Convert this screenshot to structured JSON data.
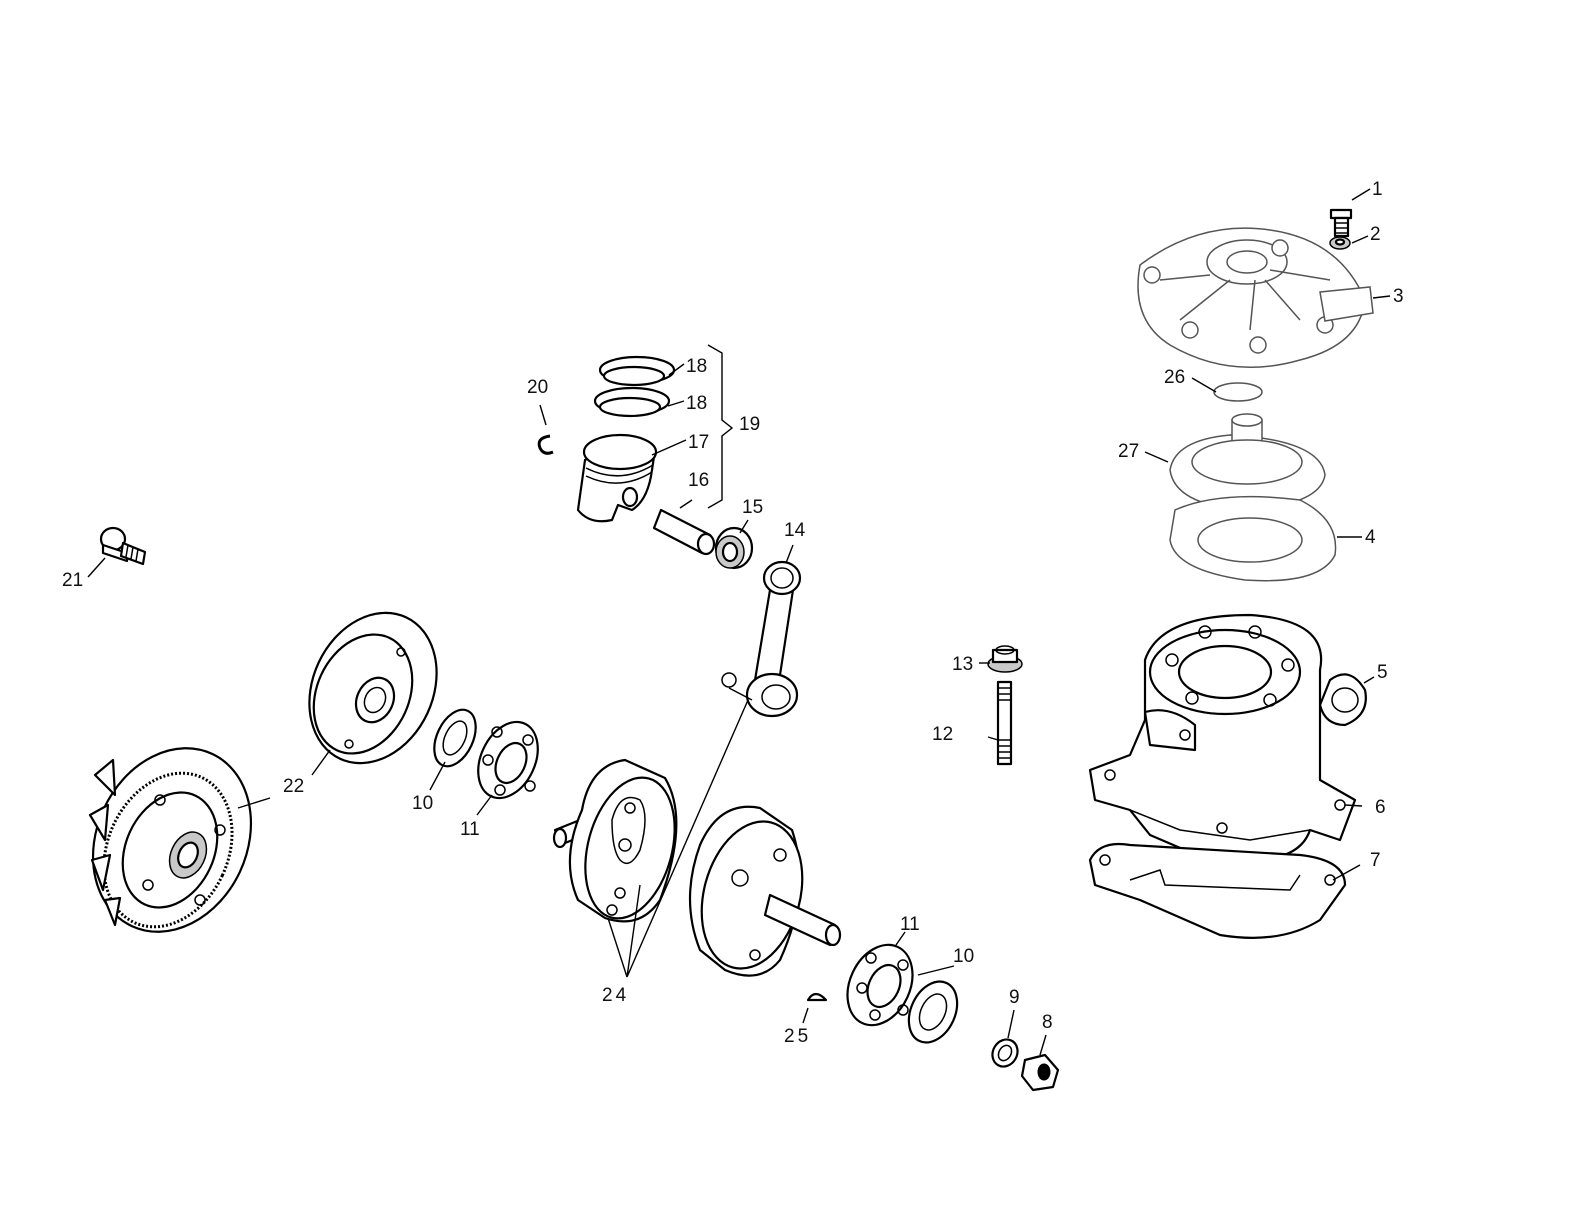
{
  "labels": {
    "l1": "1",
    "l2": "2",
    "l3": "3",
    "l4": "4",
    "l5": "5",
    "l6": "6",
    "l7": "7",
    "l8": "8",
    "l9": "9",
    "l10a": "10",
    "l10b": "10",
    "l11a": "11",
    "l11b": "11",
    "l12": "12",
    "l13": "13",
    "l14": "14",
    "l15": "15",
    "l16": "16",
    "l17": "17",
    "l18a": "18",
    "l18b": "18",
    "l19": "19",
    "l20": "20",
    "l21": "21",
    "l22": "22",
    "l24": "24",
    "l25": "25",
    "l26": "26",
    "l27": "27"
  },
  "colors": {
    "line": "#000000",
    "fill": "#ffffff",
    "shade": "#c9c9c9",
    "background": "#ffffff"
  }
}
